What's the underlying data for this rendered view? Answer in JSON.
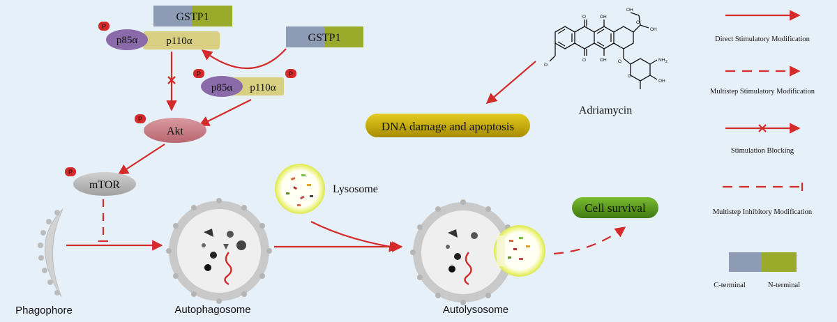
{
  "complexes": {
    "gstp1_top": "GSTP1",
    "gstp1_right": "GSTP1",
    "p85_top": "p85α",
    "p110_top": "p110α",
    "p85_mid": "p85α",
    "p110_mid": "p110α",
    "phospho": "P"
  },
  "nodes": {
    "akt": "Akt",
    "mtor": "mTOR",
    "dna_damage": "DNA damage and apoptosis",
    "adriamycin": "Adriamycin",
    "lysosome": "Lysosome",
    "cell_survival": "Cell survival"
  },
  "stages": {
    "phagophore": "Phagophore",
    "autophagosome": "Autophagosome",
    "autolysosome": "Autolysosome"
  },
  "molecule_labels": {
    "o": "O",
    "oh": "OH",
    "nh2": "NH",
    "nh2_sub": "2"
  },
  "legend": {
    "direct": "Direct Stimulatory Modification",
    "multistep": "Multistep Stimulatory Modification",
    "blocking": "Stimulation Blocking",
    "inhibitory": "Multistep Inhibitory Modification",
    "c_terminal": "C-terminal",
    "n_terminal": "N-terminal"
  },
  "colors": {
    "arrow": "#d42a2a",
    "c_terminal": "#8e9bb4",
    "n_terminal": "#9aaa2a",
    "p85": "#8a6aa8",
    "p110": "#d8cf80",
    "akt": "#c87a82",
    "mtor": "#b8b8b8",
    "dna_damage": "#c9ae00",
    "cell_survival": "#5a9a1a",
    "lysosome": "#e8f060"
  }
}
